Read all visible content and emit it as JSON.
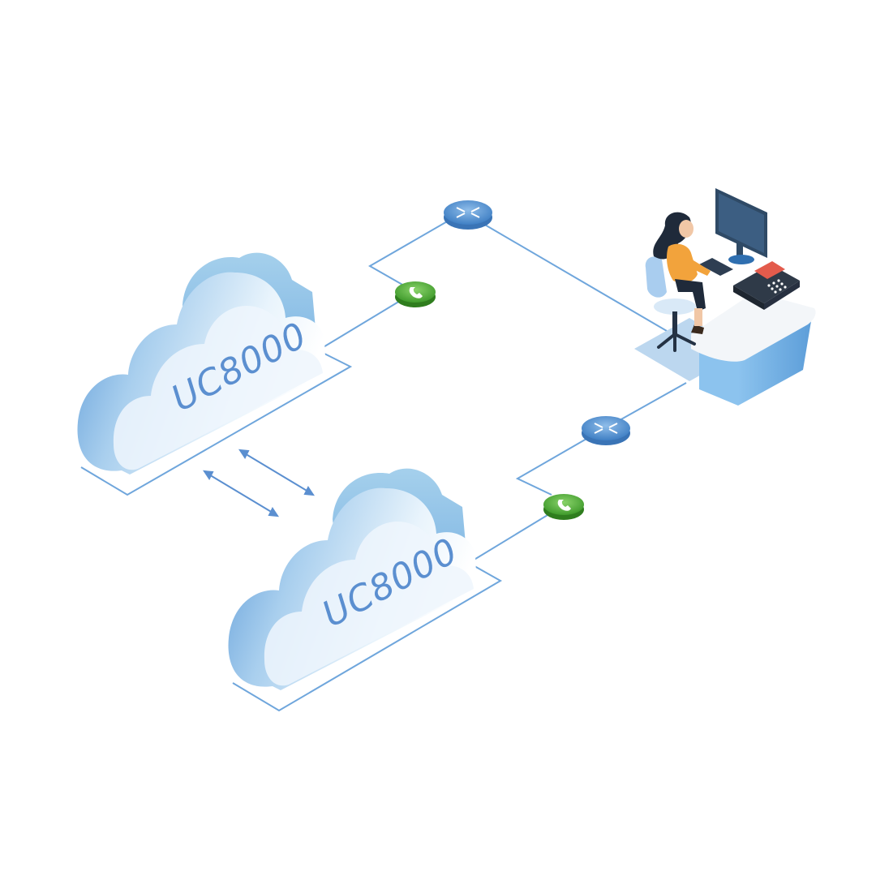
{
  "diagram": {
    "clouds": [
      {
        "id": "cloud-top",
        "label": "UC8000"
      },
      {
        "id": "cloud-bottom",
        "label": "UC8000"
      }
    ],
    "icons": {
      "router": "router-icon",
      "phone": "phone-icon",
      "agent": "agent-workstation-icon",
      "arrows": "bidirectional-arrow-icon"
    },
    "colors": {
      "line": "#6fa6dc",
      "cloud_dark": "#5b98d6",
      "cloud_light": "#eef6fd",
      "label": "#5b8fd0",
      "router": "#5b95d3",
      "phone": "#5eb341",
      "desk": "#7fb7e6",
      "desk_top": "#f3f6f9"
    }
  }
}
